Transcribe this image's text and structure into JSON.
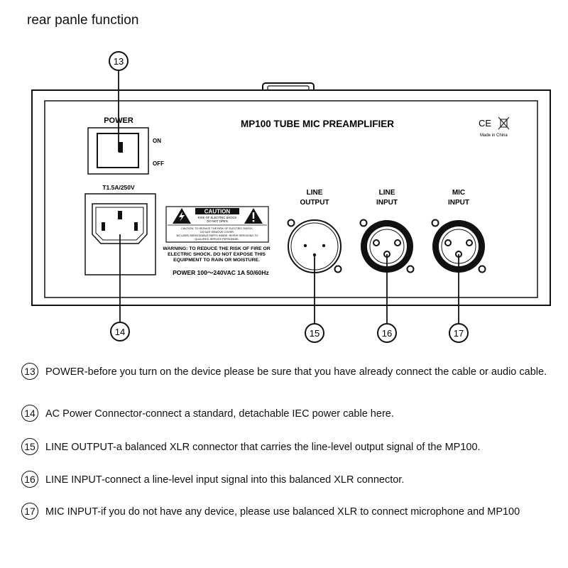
{
  "page_title": "rear panle function",
  "panel": {
    "title": "MP100 TUBE MIC PREAMPLIFIER",
    "power_label": "POWER",
    "on_label": "ON",
    "off_label": "OFF",
    "fuse_label": "T1.5A/250V",
    "ce_mark": "CE",
    "made_in": "Made in China",
    "caution": {
      "title": "CAUTION",
      "line1": "RISK OF ELECTRIC SHOCK",
      "line2": "DO NOT OPEN",
      "small1": "CAUTION: TO REDUCE THE RISK OF ELECTRIC SHOCK,",
      "small2": "DO NOT REMOVE COVER.",
      "small3": "NO USER-SERVICEABLE PARTS INSIDE. REFER SERVICING TO",
      "small4": "QUALIFIED SERVICE PERSONNEL."
    },
    "warning_line1": "WARNING: TO REDUCE THE RISK OF FIRE OR",
    "warning_line2": "ELECTRIC SHOCK. DO NOT EXPOSE THIS",
    "warning_line3": "EQUIPMENT TO RAIN OR MOISTURE.",
    "power_spec": "POWER 100～240VAC 1A 50/60Hz",
    "connectors": [
      {
        "label_line1": "LINE",
        "label_line2": "OUTPUT"
      },
      {
        "label_line1": "LINE",
        "label_line2": "INPUT"
      },
      {
        "label_line1": "MIC",
        "label_line2": "INPUT"
      }
    ]
  },
  "callouts": [
    "13",
    "14",
    "15",
    "16",
    "17"
  ],
  "legend": [
    {
      "num": "13",
      "text": "POWER-before you turn on the device please be sure that you have already connect the cable or audio cable."
    },
    {
      "num": "14",
      "text": "AC Power Connector-connect a standard, detachable IEC power cable here."
    },
    {
      "num": "15",
      "text": "LINE OUTPUT-a balanced XLR connector that carries the line-level output signal of the MP100."
    },
    {
      "num": "16",
      "text": "LINE INPUT-connect a line-level input signal into this balanced XLR connector."
    },
    {
      "num": "17",
      "text": "MIC INPUT-if you do not have any device, please use balanced XLR to connect microphone and MP100"
    }
  ]
}
